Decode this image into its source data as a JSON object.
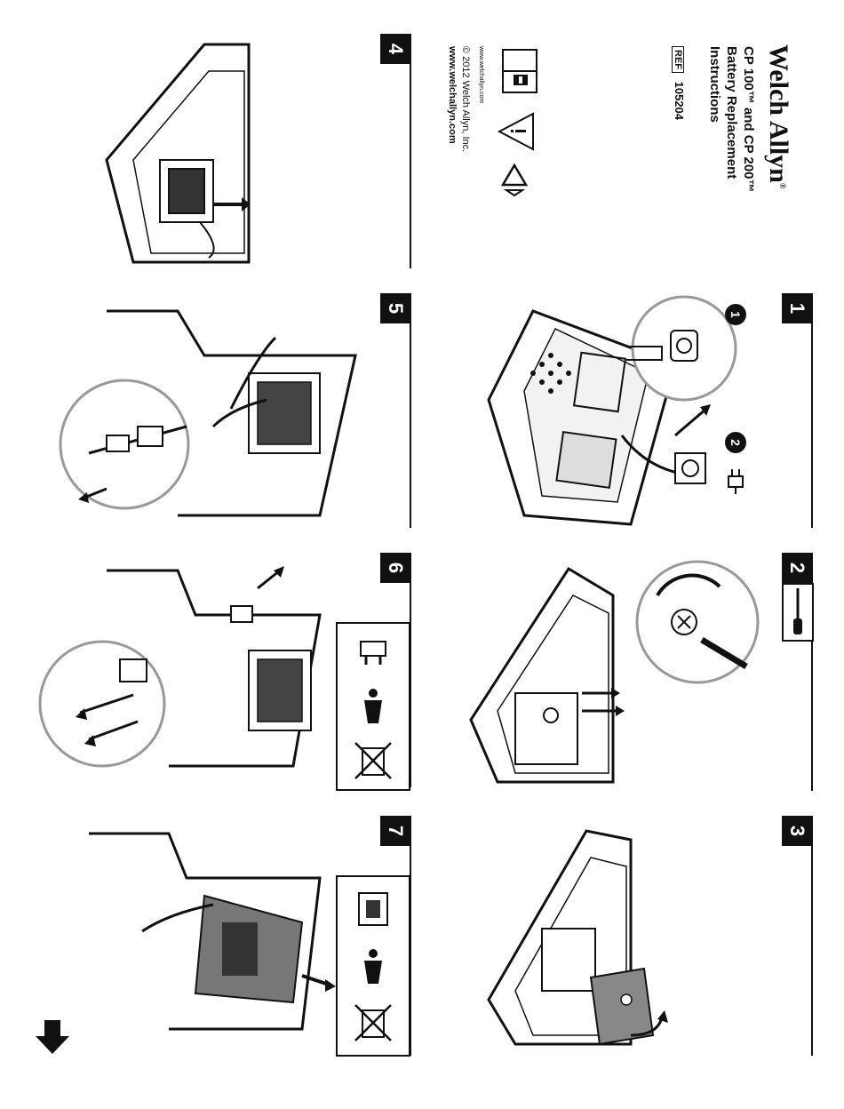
{
  "brand": {
    "logo_text": "Welch Allyn"
  },
  "title": {
    "line1": "CP 100™ and CP 200™",
    "line2": "Battery Replacement",
    "line3": "Instructions"
  },
  "ref": {
    "label": "REF",
    "number": "105204"
  },
  "footer": {
    "small_url": "www.welchallyn.com",
    "copyright": "© 2012  Welch Allyn, Inc.",
    "website": "www.welchallyn.com"
  },
  "steps": [
    {
      "id": "1",
      "num": "1",
      "callouts": [
        "1",
        "2"
      ]
    },
    {
      "id": "2",
      "num": "2"
    },
    {
      "id": "3",
      "num": "3"
    },
    {
      "id": "4",
      "num": "4"
    },
    {
      "id": "5",
      "num": "5"
    },
    {
      "id": "6",
      "num": "6"
    },
    {
      "id": "7",
      "num": "7"
    }
  ],
  "icons": {
    "manual": "read-manual-icon",
    "warning": "warning-icon",
    "recycle": "recycle-icon",
    "fuse": "fuse-icon",
    "recycle_person": "recycle-person-icon",
    "no_trash": "crossed-bin-icon",
    "battery": "battery-pack-icon",
    "down_arrow": "down-arrow-icon"
  }
}
